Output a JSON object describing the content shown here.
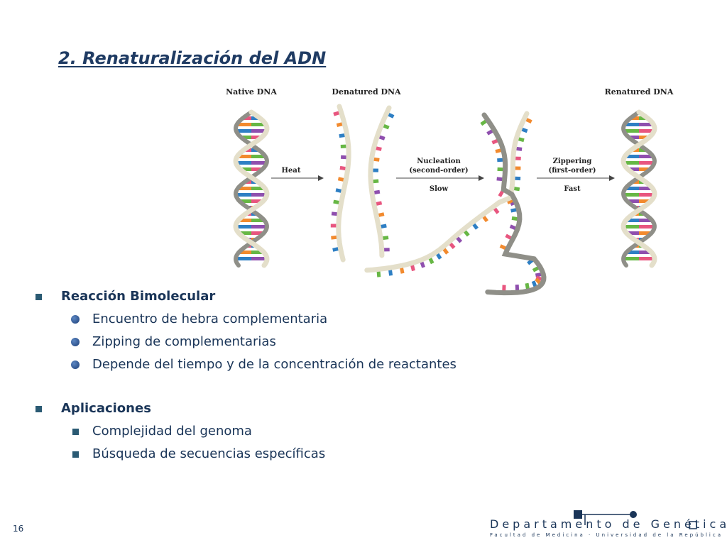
{
  "slide": {
    "title": "2. Renaturalización del ADN",
    "page_number": "16"
  },
  "diagram": {
    "labels": {
      "native": "Native DNA",
      "denatured": "Denatured DNA",
      "renatured": "Renatured DNA"
    },
    "arrows": [
      {
        "top": "Heat",
        "middle": "",
        "bottom": ""
      },
      {
        "top": "Nucleation",
        "middle": "(second-order)",
        "bottom": "Slow"
      },
      {
        "top": "Zippering",
        "middle": "(first-order)",
        "bottom": "Fast"
      }
    ],
    "base_colors": [
      "#e8567f",
      "#f28a2e",
      "#2e7fc4",
      "#67b745",
      "#8f4fae"
    ],
    "strand_colors": {
      "light": "#e4dfca",
      "dark": "#8f8f88"
    }
  },
  "bullets": {
    "section1": {
      "heading": "Reacción Bimolecular",
      "items": [
        "Encuentro de hebra complementaria",
        "Zipping de complementarias",
        "Depende del tiempo y de la concentración de reactantes"
      ]
    },
    "section2": {
      "heading": "Aplicaciones",
      "items": [
        "Complejidad del genoma",
        "Búsqueda de secuencias específicas"
      ]
    }
  },
  "logo": {
    "name": "Departamento de Genética",
    "subtitle": "Facultad de Medicina · Universidad de la República",
    "color": "#1a3558"
  }
}
